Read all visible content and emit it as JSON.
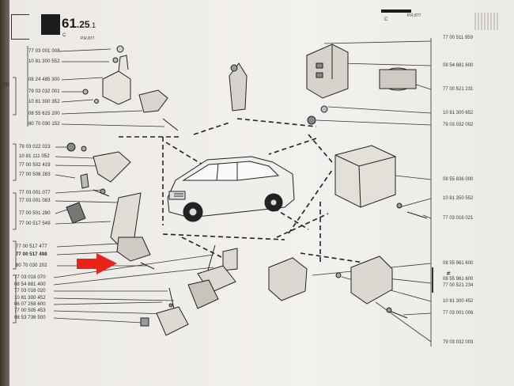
{
  "header": {
    "section_main": "61",
    "section_sub": ".25",
    "section_suffix": ".1",
    "label_c_left": "C",
    "ref_left": "P.R.877",
    "label_c_right": "C",
    "ref_right": "P.R.877"
  },
  "group_marker": "(g)",
  "left_parts_top": [
    "77 03 001 008",
    "10 81 300 552",
    "08 24 485 300",
    "79 03 032 001",
    "10 81 300 352",
    "08 55 615 200",
    "80 70 030 152"
  ],
  "left_parts_mid": [
    "79 03 022 023",
    "10 81 111 052",
    "77 00 502 419",
    "77 00 508 283",
    "77 03 001 077",
    "77 03 001 083",
    "77 00 501 280",
    "77 00 517 549"
  ],
  "left_parts_arrow": [
    "77 00 517 477",
    "77 00 517 498",
    "80 70 030 202"
  ],
  "left_parts_bottom": [
    "77 03 016 070",
    "08 54 681 400",
    "77 03 016 020",
    "10 81 300 452",
    "06 07 258 600",
    "77 00 505 453",
    "08 53 736 500"
  ],
  "right_parts": [
    "77 00 511 959",
    "08 54 681 600",
    "77 00 521 231",
    "10 81 300 652",
    "79 03 032 002",
    "08 55 836 000",
    "10 81 350 552",
    "77 03 016 021",
    "08 55 961 600",
    "08 55 961 600",
    "77 00 521 234",
    "10 81 300 452",
    "77 03 001 006",
    "79 03 032 003"
  ],
  "accent_color": "#e8241a"
}
